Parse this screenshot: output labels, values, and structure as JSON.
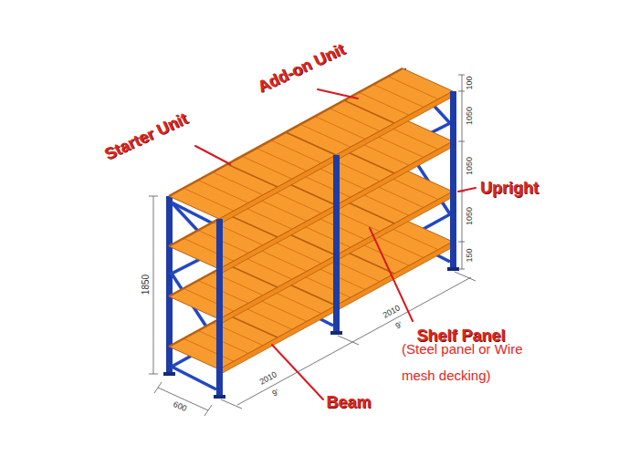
{
  "diagram": {
    "labels": [
      "Starter Unit",
      "Add-on Unit",
      "Upright",
      "Shelf Panel",
      "(Steel panel or Wire mesh decking)",
      "Beam",
      "1850",
      "100",
      "1050",
      "1050",
      "1050",
      "150",
      "2010",
      "9'",
      "2010",
      "9'",
      "600"
    ]
  }
}
